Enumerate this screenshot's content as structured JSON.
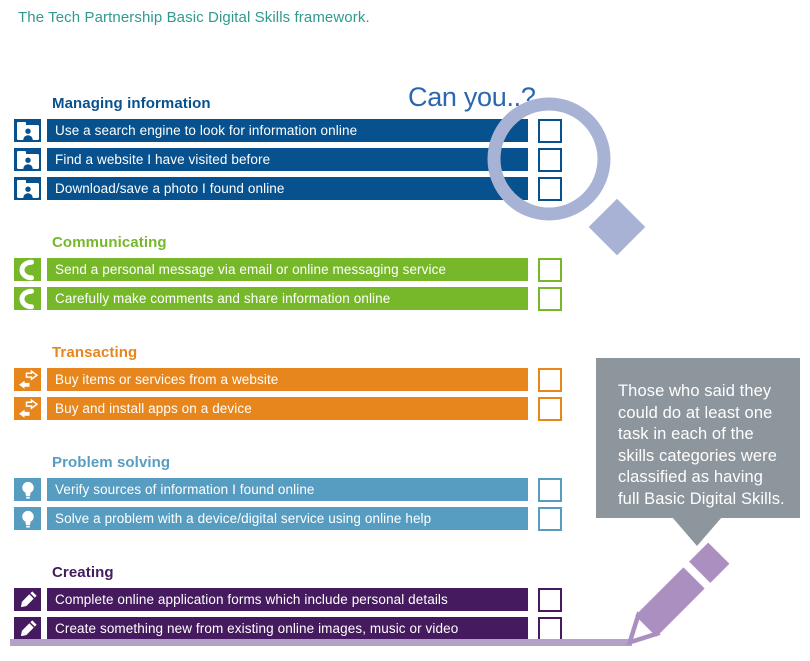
{
  "title": "The Tech Partnership Basic Digital Skills framework.",
  "can_you": "Can you..?",
  "sections": [
    {
      "name": "Managing information",
      "color": "#07518e",
      "icon": "folder-user-icon",
      "items": [
        "Use a search engine to look for information online",
        "Find a website I have visited before",
        "Download/save a photo I found online"
      ]
    },
    {
      "name": "Communicating",
      "color": "#76b82a",
      "icon": "phone-icon",
      "items": [
        "Send a personal message via email or online messaging service",
        "Carefully make comments and share information online"
      ]
    },
    {
      "name": "Transacting",
      "color": "#e6861c",
      "icon": "exchange-arrows-icon",
      "items": [
        "Buy items or services from a website",
        "Buy and install apps on a device"
      ]
    },
    {
      "name": "Problem solving",
      "color": "#579dc2",
      "icon": "lightbulb-icon",
      "items": [
        "Verify sources of information I found online",
        "Solve a problem with a device/digital service using online help"
      ]
    },
    {
      "name": "Creating",
      "color": "#451a5e",
      "icon": "pencil-icon",
      "items": [
        "Complete online application forms which include personal details",
        "Create something new from existing online images, music or video"
      ]
    }
  ],
  "callout": {
    "text": "Those who said they could do at least one task in each of the skills categories were classified as having full Basic Digital Skills.",
    "bg_color": "#8d969c"
  },
  "colors": {
    "title_teal": "#2f9a8e",
    "can_you_blue": "#2b66b0",
    "magnifier_lavender": "#a8b2d4",
    "pencil_purple": "#ab8fc1",
    "underline_purple": "#b2a2c8"
  }
}
